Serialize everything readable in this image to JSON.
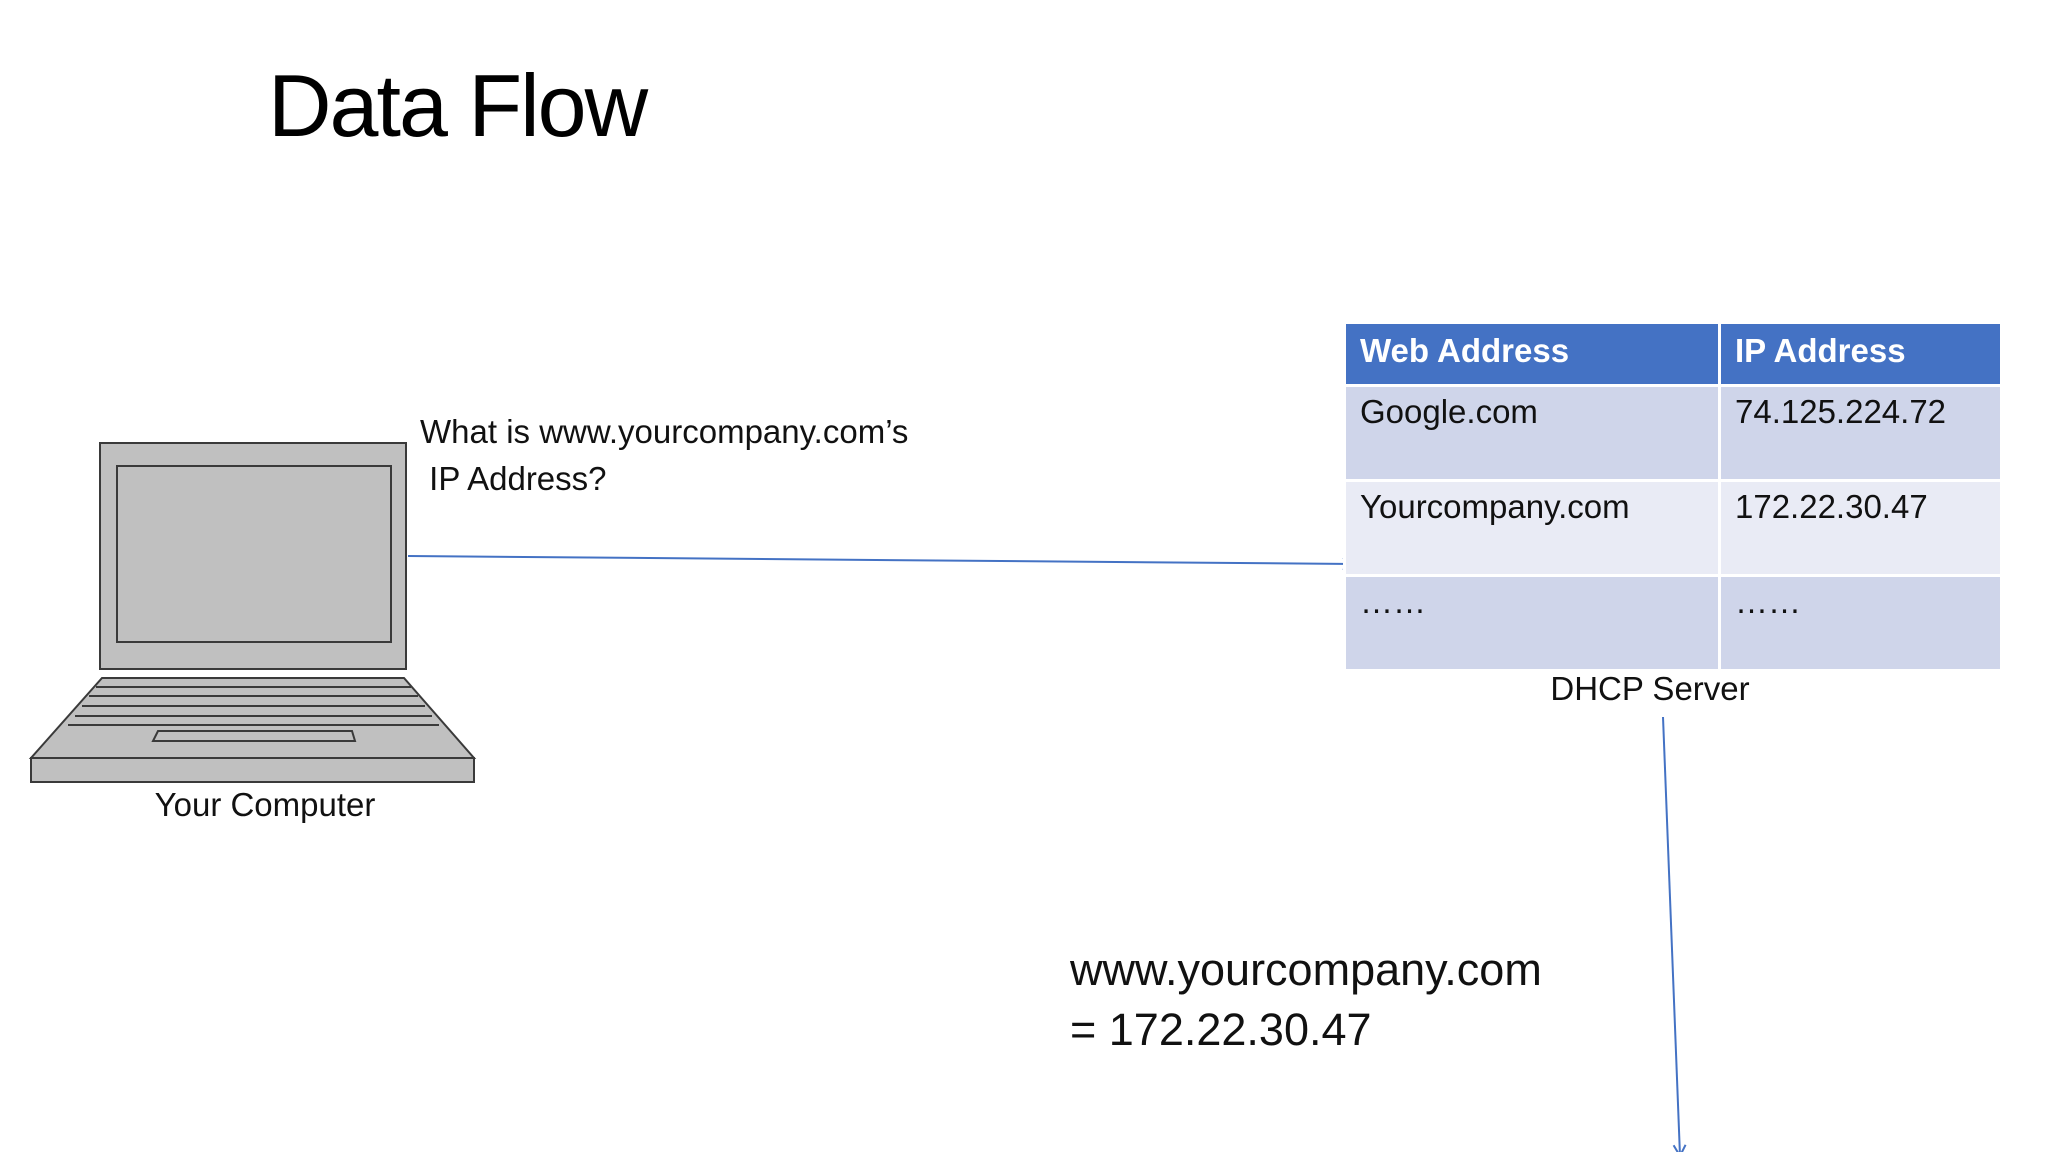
{
  "title": "Data Flow",
  "computer": {
    "label": "Your Computer",
    "icon": "laptop-icon"
  },
  "query": {
    "line1": "What is www.yourcompany.com’s",
    "line2": " IP Address?"
  },
  "server": {
    "label": "DHCP Server",
    "table": {
      "headers": [
        "Web Address",
        "IP Address"
      ],
      "rows": [
        [
          "Google.com",
          "74.125.224.72"
        ],
        [
          "Yourcompany.com",
          "172.22.30.47"
        ],
        [
          "……",
          "……"
        ]
      ]
    }
  },
  "result": {
    "line1": "www.yourcompany.com",
    "line2": "= 172.22.30.47"
  },
  "colors": {
    "header_bg": "#4472c4",
    "row_odd_bg": "#cfd5ea",
    "row_even_bg": "#e9ebf5",
    "arrow": "#4472c4",
    "laptop_fill": "#c0c0c0",
    "laptop_stroke": "#3a3a3a"
  }
}
